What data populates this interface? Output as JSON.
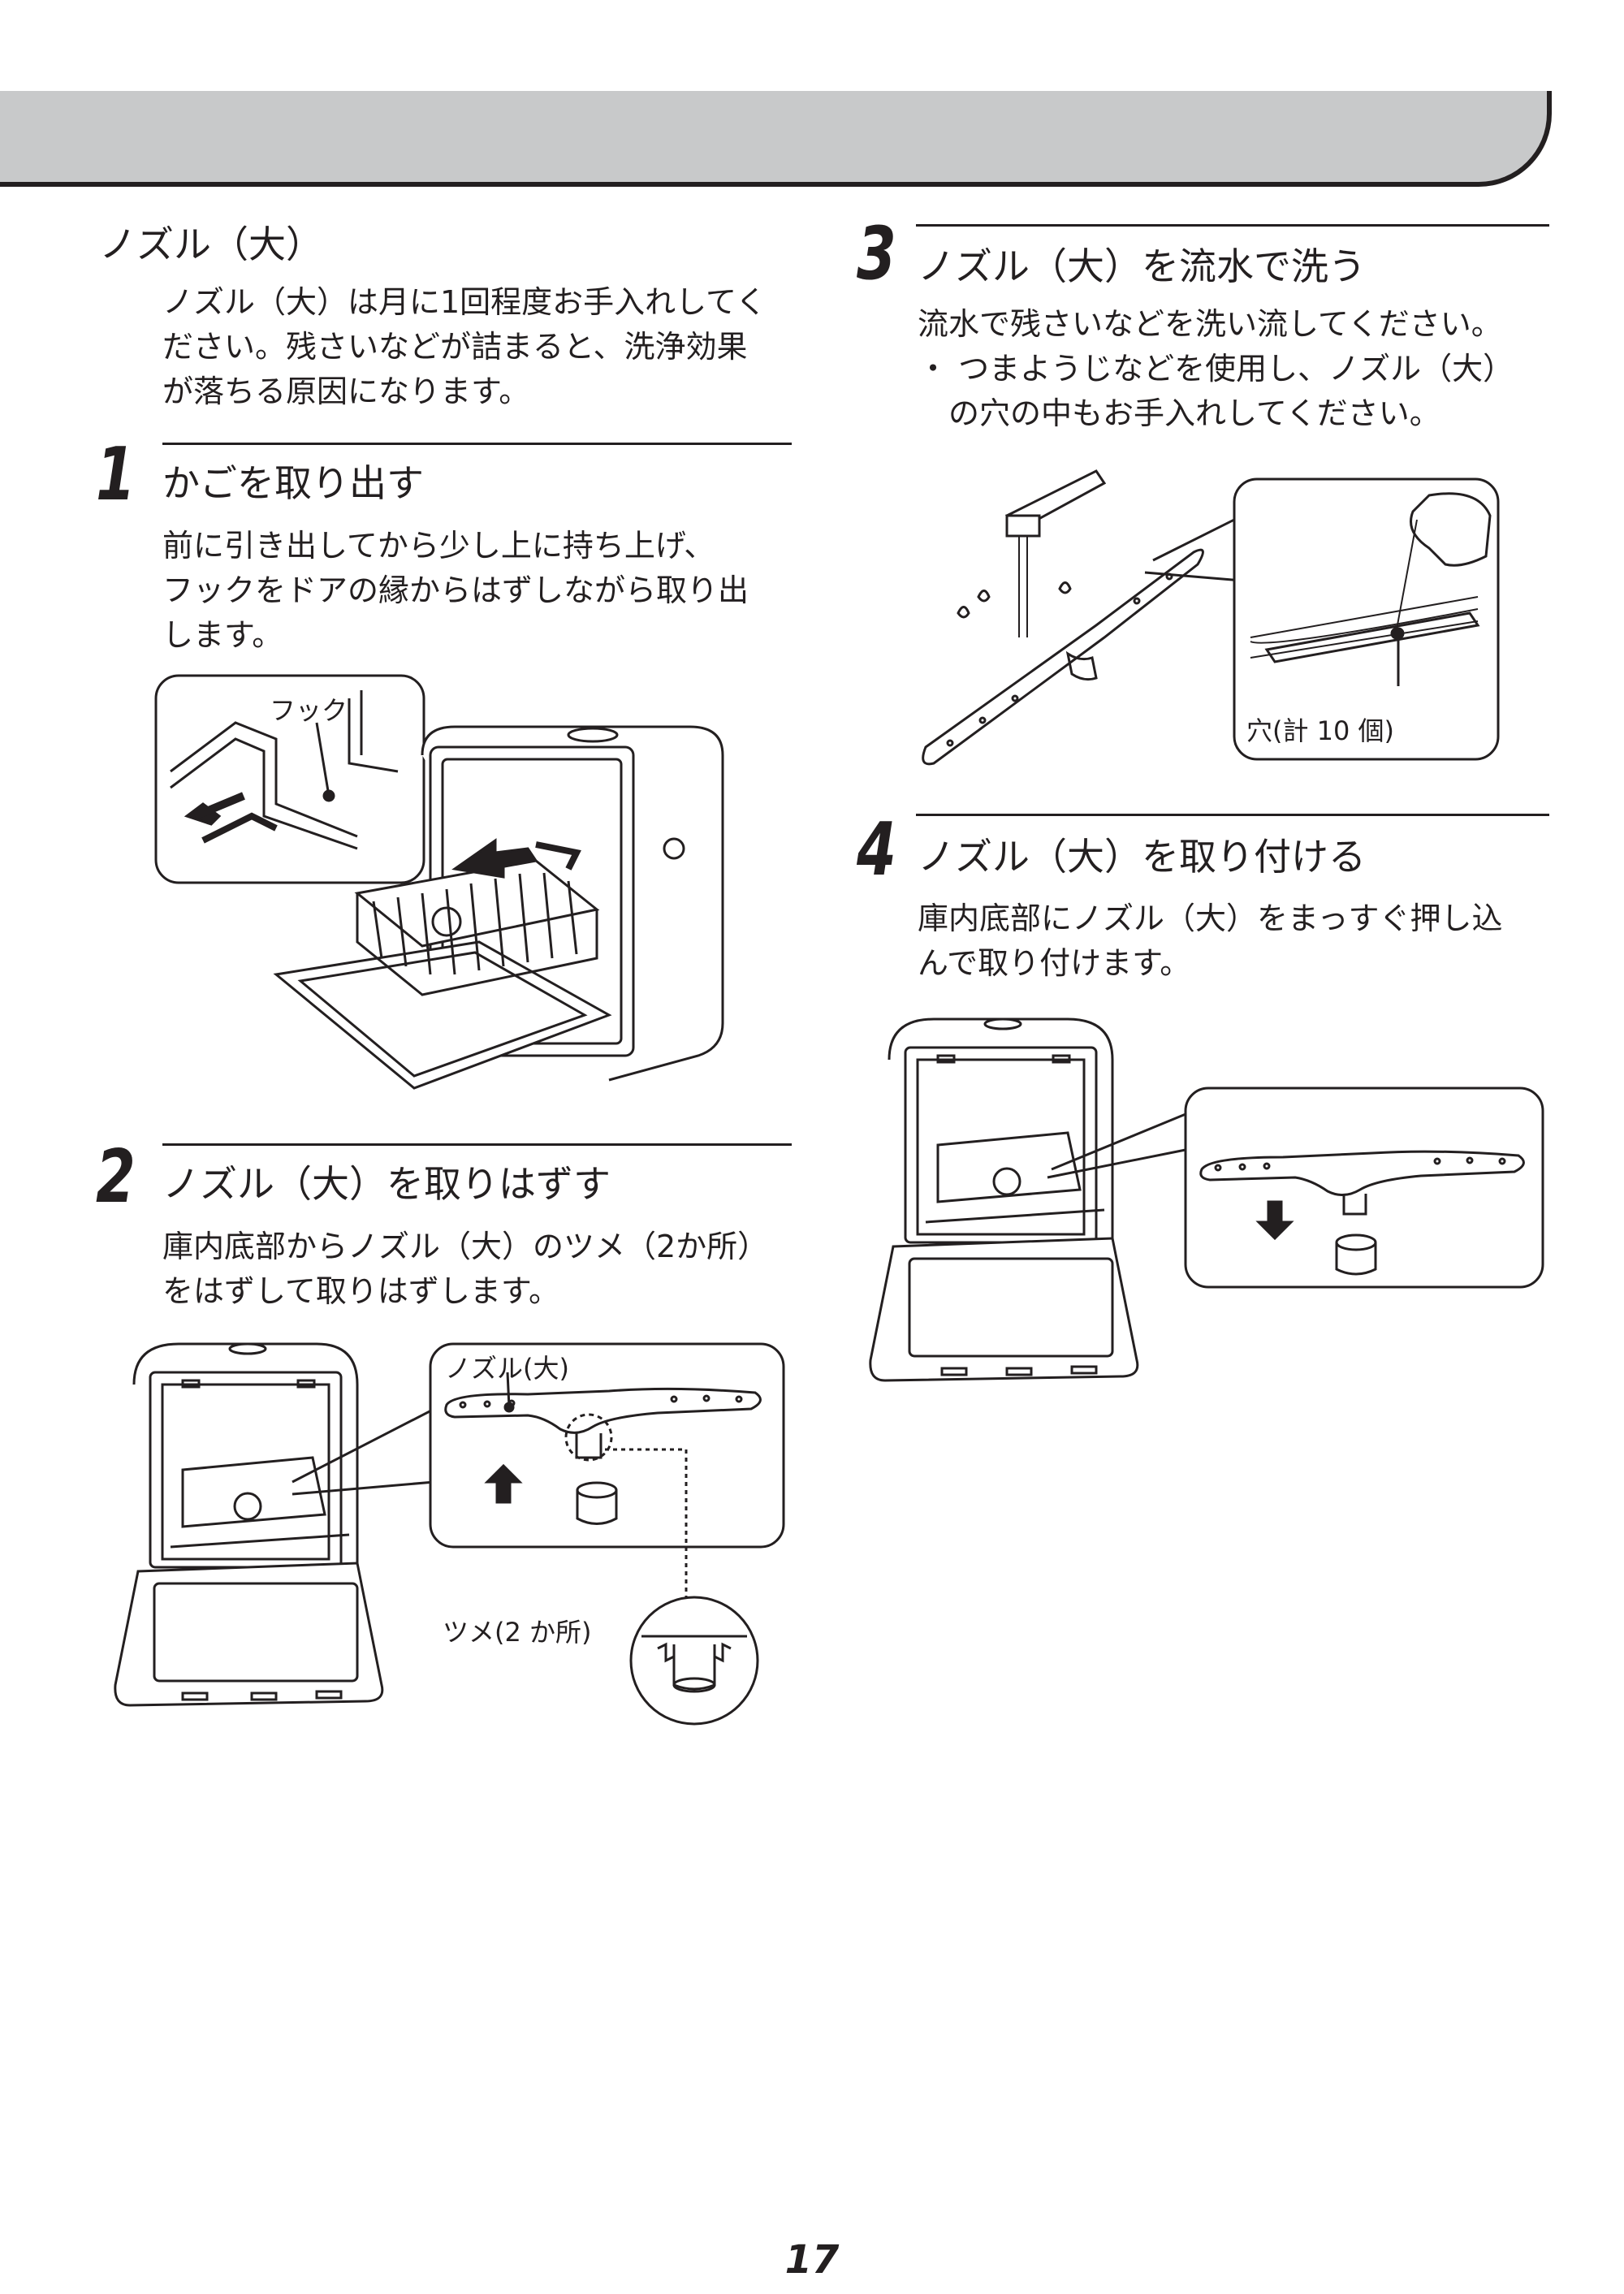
{
  "section": {
    "title": "ノズル（大）",
    "intro": [
      "ノズル（大）は月に1回程度お手入れしてく",
      "ださい。残さいなどが詰まると、洗浄効果",
      "が落ちる原因になります。"
    ]
  },
  "steps": [
    {
      "number": "1",
      "title": "かごを取り出す",
      "body": [
        "前に引き出してから少し上に持ち上げ、",
        "フックをドアの縁からはずしながら取り出",
        "します。"
      ],
      "callouts": {
        "hook": "フック"
      }
    },
    {
      "number": "2",
      "title": "ノズル（大）を取りはずす",
      "body": [
        "庫内底部からノズル（大）のツメ（2か所）",
        "をはずして取りはずします。"
      ],
      "callouts": {
        "nozzle": "ノズル(大)",
        "tabs": "ツメ(2 か所)"
      }
    },
    {
      "number": "3",
      "title": "ノズル（大）を流水で洗う",
      "body": [
        "流水で残さいなどを洗い流してください。",
        "・ つまようじなどを使用し、ノズル（大）",
        "　の穴の中もお手入れしてください。"
      ],
      "callouts": {
        "holes": "穴(計 10 個)"
      }
    },
    {
      "number": "4",
      "title": "ノズル（大）を取り付ける",
      "body": [
        "庫内底部にノズル（大）をまっすぐ押し込",
        "んで取り付けます。"
      ]
    }
  ],
  "page_number": "17"
}
